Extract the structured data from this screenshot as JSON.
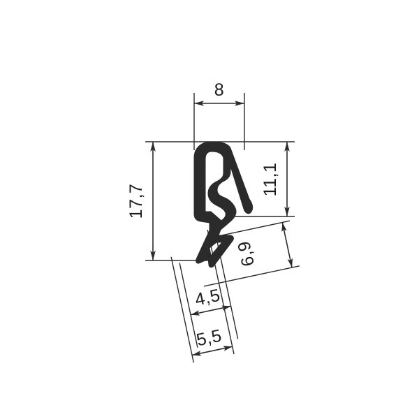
{
  "drawing": {
    "type": "technical-drawing",
    "subject": "rubber-seal-profile-cross-section",
    "background_color": "#ffffff",
    "line_color": "#2b2b2b",
    "profile_fill_color": "#2b2b2b",
    "text_color": "#1c1c1c",
    "units_note_visible": false
  },
  "dimensions": {
    "width_top": {
      "label": "8",
      "value": 8,
      "orientation": "horizontal",
      "position": "top",
      "arrows": "inward"
    },
    "height_total": {
      "label": "17,7",
      "value": 17.7,
      "orientation": "vertical",
      "position": "left",
      "text_rotation_deg": -90,
      "arrows": "inward"
    },
    "height_upper": {
      "label": "11,1",
      "value": 11.1,
      "orientation": "vertical",
      "position": "right",
      "text_rotation_deg": -90,
      "arrows": "inward"
    },
    "foot_length": {
      "label": "6,9",
      "value": 6.9,
      "orientation": "inclined",
      "position": "lower-right",
      "text_rotation_deg": -90,
      "arrows": "inward"
    },
    "foot_width_inner": {
      "label": "4,5",
      "value": 4.5,
      "orientation": "inclined",
      "position": "lower-left",
      "arrows": "inward"
    },
    "foot_width_outer": {
      "label": "5,5",
      "value": 5.5,
      "orientation": "inclined",
      "position": "lower-left",
      "arrows": "inward"
    }
  },
  "geometry": {
    "tilt_angle_deg": -12,
    "profile_outline_note": "hollow bulb head with barbed wedge foot"
  }
}
